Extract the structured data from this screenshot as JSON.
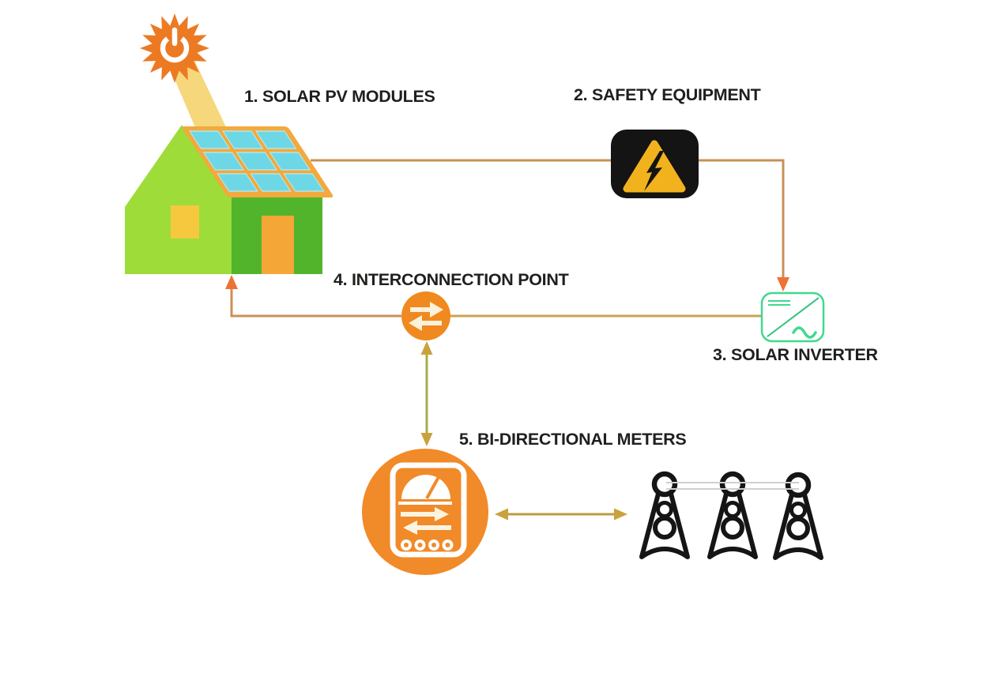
{
  "diagram": {
    "title": "",
    "nodes": {
      "solar_pv_modules": {
        "label": "1. SOLAR PV MODULES",
        "icon": "house-with-solar-panels-icon"
      },
      "safety_equipment": {
        "label": "2. SAFETY EQUIPMENT",
        "icon": "high-voltage-warning-icon"
      },
      "solar_inverter": {
        "label": "3. SOLAR INVERTER",
        "icon": "inverter-box-icon"
      },
      "interconnection_point": {
        "label": "4. INTERCONNECTION POINT",
        "icon": "bidirectional-arrows-circle-icon"
      },
      "bidirectional_meters": {
        "label": "5. BI-DIRECTIONAL METERS",
        "icon": "analog-meter-icon"
      },
      "sun": {
        "icon": "sun-power-icon"
      },
      "utility_grid": {
        "icon": "transmission-towers-icon"
      }
    },
    "connections": [
      {
        "from": "solar-pv-modules",
        "to": "safety-equipment",
        "bidirectional": false
      },
      {
        "from": "safety-equipment",
        "to": "solar-inverter",
        "bidirectional": false
      },
      {
        "from": "solar-inverter",
        "to": "interconnection-point",
        "bidirectional": false
      },
      {
        "from": "interconnection-point",
        "to": "solar-pv-modules",
        "bidirectional": false
      },
      {
        "from": "interconnection-point",
        "to": "bidirectional-meters",
        "bidirectional": true
      },
      {
        "from": "bidirectional-meters",
        "to": "utility-grid",
        "bidirectional": true
      }
    ],
    "colors": {
      "background": "#ffffff",
      "text": "#1f1f1d",
      "sun_orange": "#ec7a23",
      "beam_yellow": "#f6d77c",
      "house_light_green": "#9edc3a",
      "house_dark_green": "#52b42b",
      "roof_orange": "#f2a93d",
      "panel_cyan": "#6dd7e6",
      "door_orange": "#f4a636",
      "window_yellow": "#f6c83e",
      "safety_black": "#141414",
      "warning_yellow": "#f2b21d",
      "inverter_green": "#3fd98f",
      "node_orange": "#f18a28",
      "wire_tan": "#c79058",
      "wire_olive": "#a9ab48",
      "wire_gold": "#bb9c40",
      "arrow_orange": "#ee7233",
      "powerline_gray": "#cfcfcf"
    }
  }
}
